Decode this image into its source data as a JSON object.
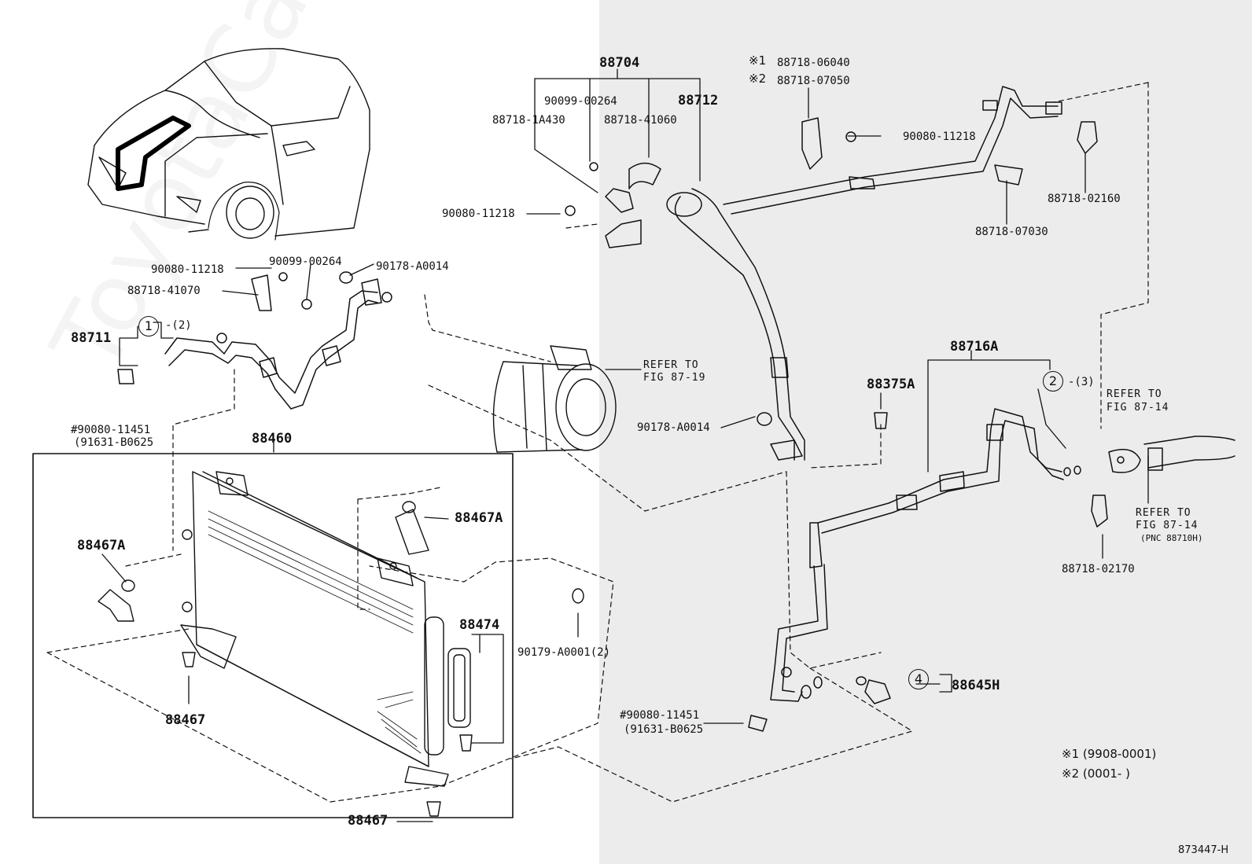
{
  "labels": {
    "p88704": "88704",
    "p88712": "88712",
    "p90099_a": "90099-00264",
    "p88718_1a430": "88718-1A430",
    "p88718_41060": "88718-41060",
    "p90080_top": "90080-11218",
    "note1_code": "88718-06040",
    "note2_code": "88718-07050",
    "p90080_right": "90080-11218",
    "p88718_02160": "88718-02160",
    "p88718_07030": "88718-07030",
    "p90080_left": "90080-11218",
    "p90099_b": "90099-00264",
    "p90178_a": "90178-A0014",
    "p88718_41070": "88718-41070",
    "p88711": "88711",
    "qty_circle1": "-(2)",
    "p90080_11451_a": "#90080-11451",
    "p91631_a": "(91631-B0625",
    "p88460": "88460",
    "refer_fig8719_l1": "REFER TO",
    "refer_fig8719_l2": "FIG 87-19",
    "p90178_b": "90178-A0014",
    "p88716a": "88716A",
    "p88375a": "88375A",
    "qty_circle2": "-(3)",
    "refer_fig8714a_l1": "REFER TO",
    "refer_fig8714a_l2": "FIG 87-14",
    "refer_fig8714b_l1": "REFER TO",
    "refer_fig8714b_l2": "FIG 87-14",
    "refer_fig8714b_l3": "(PNC 88710H)",
    "p88718_02170": "88718-02170",
    "p88467a_right": "88467A",
    "p88467a_left": "88467A",
    "p88474": "88474",
    "p90179": "90179-A0001(2)",
    "p88467_mid": "88467",
    "p88467_bottom": "88467",
    "p90080_11451_b": "#90080-11451",
    "p91631_b": "(91631-B0625",
    "p88645h": "88645H",
    "legend1": "※1 (9908-0001)",
    "legend2": "※2 (0001-        )",
    "mark1": "※1",
    "mark2": "※2",
    "diagram_id": "873447-H",
    "watermark": "ToyotaCarMine.ru"
  },
  "circles": {
    "c1": "1",
    "c2": "2",
    "c4": "4"
  }
}
